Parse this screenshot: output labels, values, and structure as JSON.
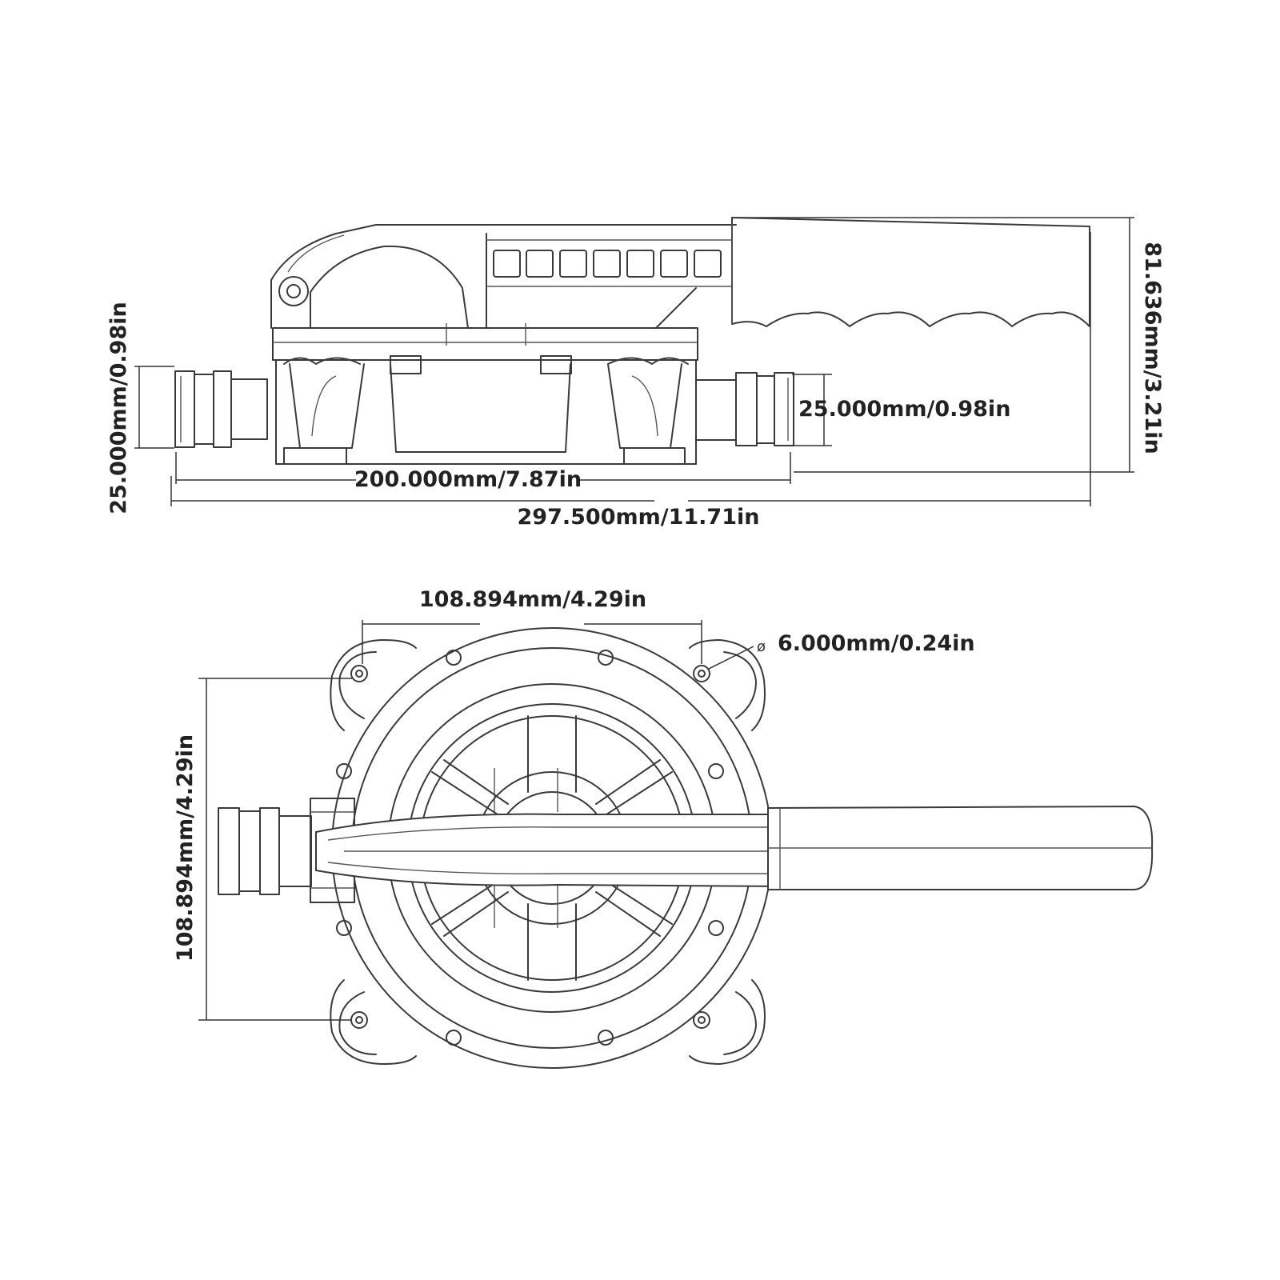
{
  "side_view": {
    "dims": {
      "left_hose_dia": "25.000mm/0.98in",
      "right_hose_dia": "25.000mm/0.98in",
      "port_spacing": "200.000mm/7.87in",
      "overall_length": "297.500mm/11.71in",
      "overall_height": "81.636mm/3.21in"
    }
  },
  "top_view": {
    "dims": {
      "bolt_spacing_x": "108.894mm/4.29in",
      "bolt_spacing_y": "108.894mm/4.29in",
      "bolt_hole": "6.000mm/0.24in"
    },
    "diameter_symbol": "ø"
  }
}
